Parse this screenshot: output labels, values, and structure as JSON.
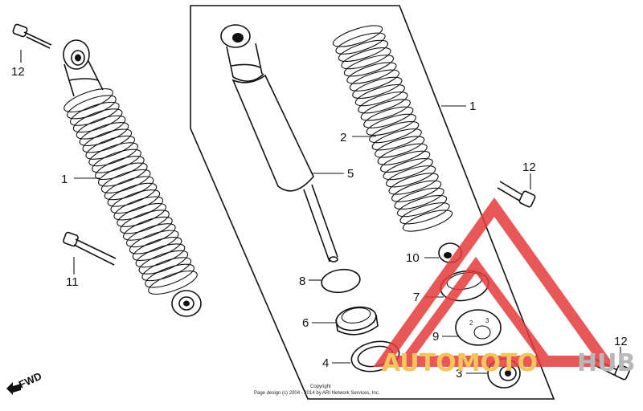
{
  "callouts": {
    "c1_left": "1",
    "c1_right": "1",
    "c2": "2",
    "c3": "3",
    "c4": "4",
    "c5": "5",
    "c6": "6",
    "c7": "7",
    "c8": "8",
    "c9": "9",
    "c10": "10",
    "c11": "11",
    "c12_top": "12",
    "c12_mid": "12",
    "c12_bottom": "12"
  },
  "fwd_label": "FWD",
  "copyright": {
    "line1": "Copyright",
    "line2": "Page design (c) 2004 - 2014 by ARI Network Services, Inc."
  },
  "watermark": {
    "part1": "AUTOMOTO",
    "part2": "HUB",
    "color_triangle": "#e53b3b",
    "color_part1": "#f3c55c",
    "color_part2": "#b8b8b8"
  }
}
